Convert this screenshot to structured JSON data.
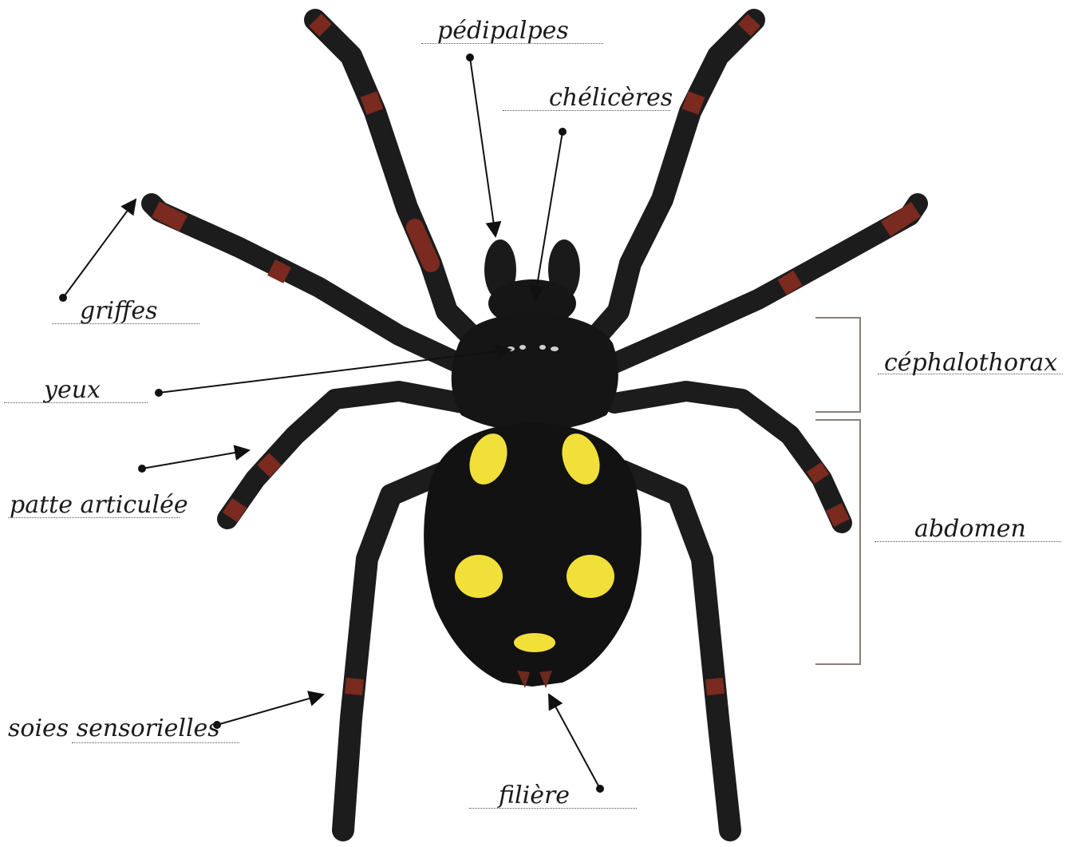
{
  "labels": {
    "pedipalpes": "pédipalpes",
    "cheliceres": "chélicères",
    "griffes": "griffes",
    "yeux": "yeux",
    "patte": "patte articulée",
    "soies": "soies sensorielles",
    "filiere": "filière",
    "cephalothorax": "céphalothorax",
    "abdomen": "abdomen"
  },
  "colors": {
    "body": "#151515",
    "leg": "#1c1c1c",
    "leg_band": "#7a2a1e",
    "spots": "#f2e03a",
    "bracket": "#8a7f7c",
    "ink": "#111111"
  }
}
